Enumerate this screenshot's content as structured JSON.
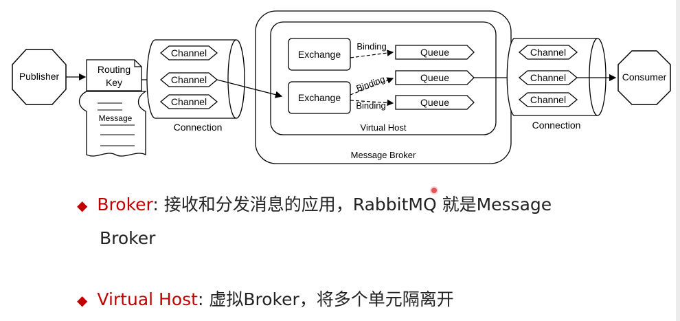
{
  "diagram": {
    "publisher": "Publisher",
    "routing_key": [
      "Routing",
      "Key"
    ],
    "message": "Message",
    "left_connection": {
      "channels": [
        "Channel",
        "Channel",
        "Channel"
      ],
      "label": "Connection"
    },
    "broker_label": "Message Broker",
    "virtual_host_label": "Virtual Host",
    "exchanges": [
      "Exchange",
      "Exchange"
    ],
    "bindings": [
      "Binding",
      "Binding",
      "Binding"
    ],
    "queues": [
      "Queue",
      "Queue",
      "Queue"
    ],
    "right_connection": {
      "channels": [
        "Channel",
        "Channel",
        "Channel"
      ],
      "label": "Connection"
    },
    "consumer": "Consumer"
  },
  "bullets": [
    {
      "term": "Broker",
      "text_line1": ": 接收和分发消息的应用，RabbitMQ 就是Message",
      "text_line2": "Broker"
    },
    {
      "term": "Virtual Host",
      "text_line1": ": 虚拟Broker，将多个单元隔离开"
    }
  ],
  "colors": {
    "accent": "#c00000",
    "text": "#222222",
    "line": "#000000"
  }
}
